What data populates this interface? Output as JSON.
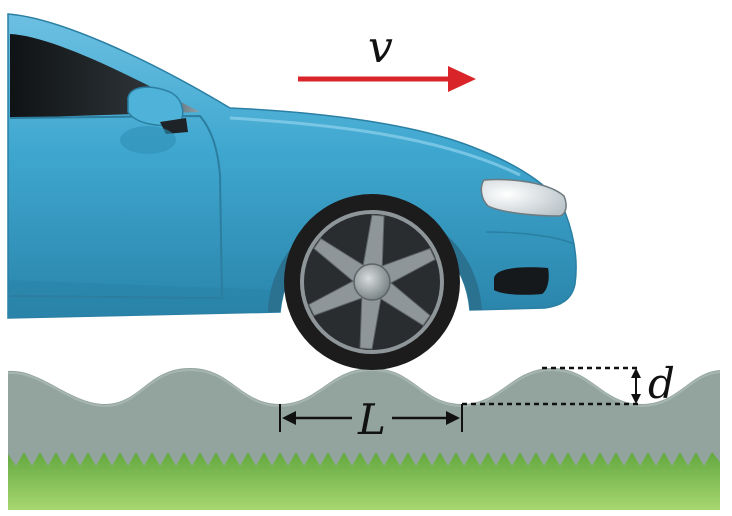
{
  "labels": {
    "velocity": "v",
    "wavelength": "L",
    "amplitude": "d"
  },
  "colors": {
    "car_body": "#3fa7cf",
    "car_body_dark": "#2a84aa",
    "car_body_light": "#7cc9e6",
    "window": "#1f2326",
    "tire": "#1a1a1a",
    "rim": "#8e969a",
    "road": "#93a49f",
    "road_dark": "#7d8f89",
    "grass": "#6fb04a",
    "grass_light": "#9fd06a",
    "arrow": "#d9252a",
    "headlight": "#e9eef0"
  },
  "icons": {
    "velocity_arrow": "arrow-right-icon",
    "dimension_arrows": "double-arrow-icon"
  }
}
